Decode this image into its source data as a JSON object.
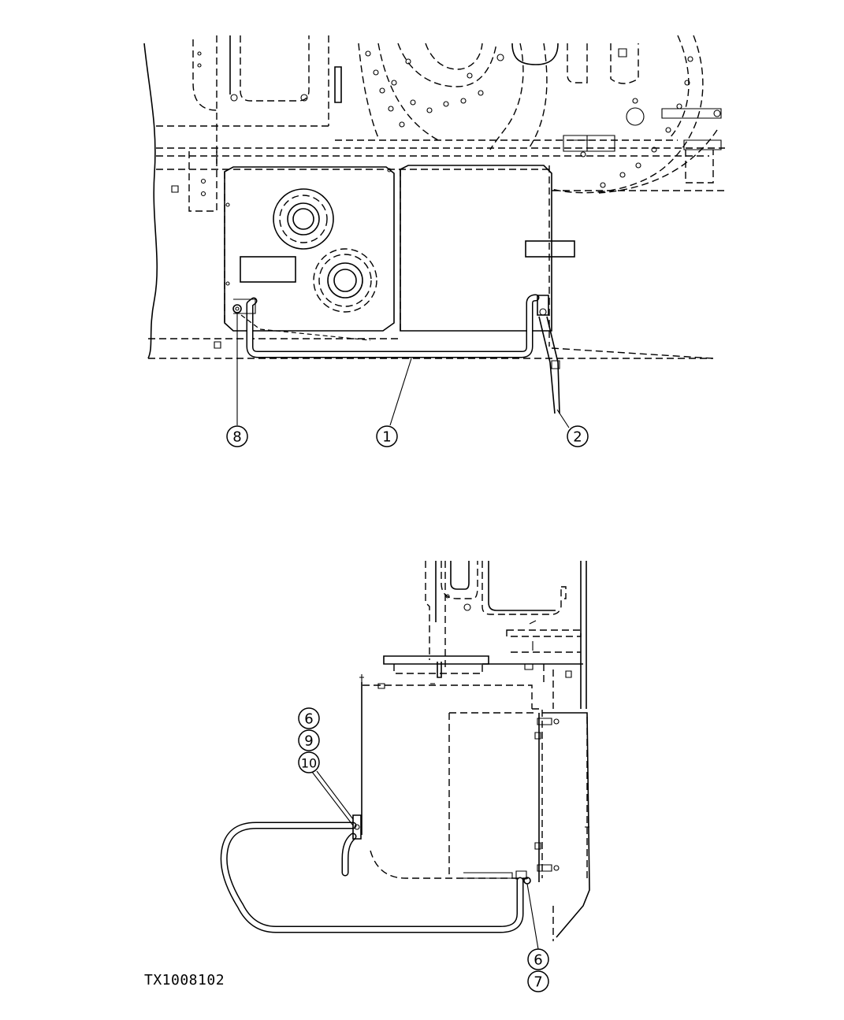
{
  "figure": {
    "reference_code": "TX1008102"
  },
  "top_view": {
    "callouts": [
      {
        "id": "callout-8",
        "label": "8"
      },
      {
        "id": "callout-1",
        "label": "1"
      },
      {
        "id": "callout-2",
        "label": "2"
      }
    ]
  },
  "side_view": {
    "callouts": [
      {
        "id": "callout-6a",
        "label": "6"
      },
      {
        "id": "callout-9",
        "label": "9"
      },
      {
        "id": "callout-10",
        "label": "10"
      },
      {
        "id": "callout-6b",
        "label": "6"
      },
      {
        "id": "callout-7",
        "label": "7"
      }
    ]
  }
}
